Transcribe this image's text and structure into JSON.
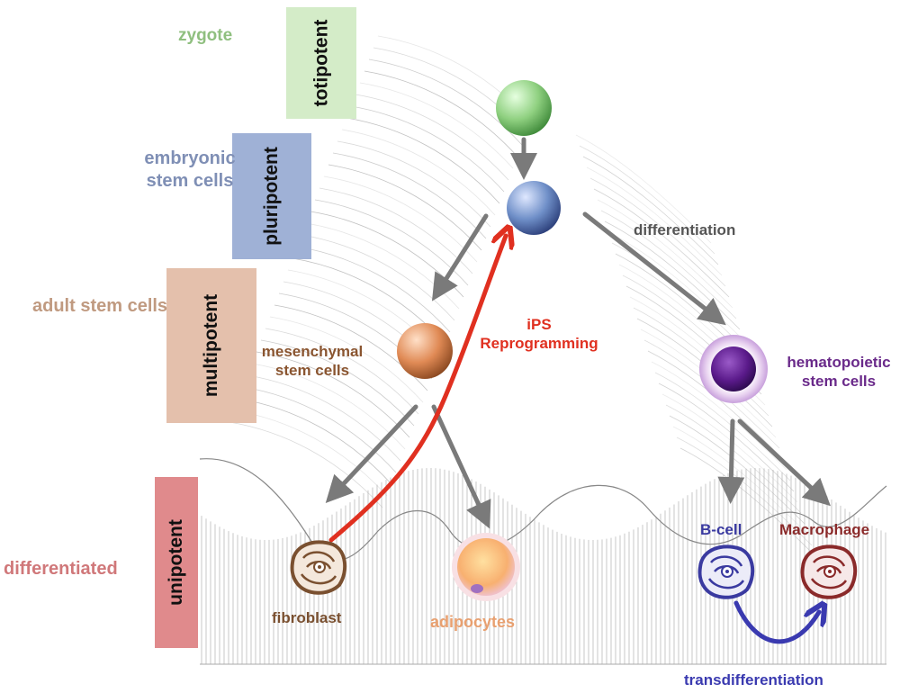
{
  "levels": [
    {
      "key": "zygote",
      "label": "zygote",
      "potency": "totipotent",
      "label_color": "#8fbf7f",
      "box_color": "#d4ecc8"
    },
    {
      "key": "embryonic",
      "label_lines": [
        "embryonic",
        "stem cells"
      ],
      "potency": "pluripotent",
      "label_color": "#7f8fb5",
      "box_color": "#9fb1d6"
    },
    {
      "key": "adult",
      "label": "adult stem cells",
      "potency": "multipotent",
      "label_color": "#c09a80",
      "box_color": "#e4c0ac"
    },
    {
      "key": "differentiated",
      "label": "differentiated",
      "potency": "unipotent",
      "label_color": "#d0787a",
      "box_color": "#e08a8c"
    }
  ],
  "cells": {
    "zygote": {
      "color": "#8fd080"
    },
    "embryonic": {
      "color": "#6f8fc8"
    },
    "mesenchymal": {
      "label_lines": [
        "mesenchymal",
        "stem cells"
      ],
      "color": "#e08a55",
      "label_color": "#8a5530"
    },
    "hematopoietic": {
      "label_lines": [
        "hematopoietic",
        "stem cells"
      ],
      "color": "#5a1a8a",
      "label_color": "#6a2a8a"
    },
    "fibroblast": {
      "label": "fibroblast",
      "label_color": "#7a5030"
    },
    "adipocytes": {
      "label": "adipocytes",
      "label_color": "#e8a070"
    },
    "bcell": {
      "label": "B-cell",
      "label_color": "#3a3aa0"
    },
    "macrophage": {
      "label": "Macrophage",
      "label_color": "#8a2a2a"
    }
  },
  "processes": {
    "differentiation": {
      "label": "differentiation",
      "color": "#555555"
    },
    "reprogramming": {
      "label_lines": [
        "iPS",
        "Reprogramming"
      ],
      "color": "#e03020"
    },
    "transdifferentiation": {
      "label": "transdifferentiation",
      "color": "#3a3ab0"
    }
  }
}
